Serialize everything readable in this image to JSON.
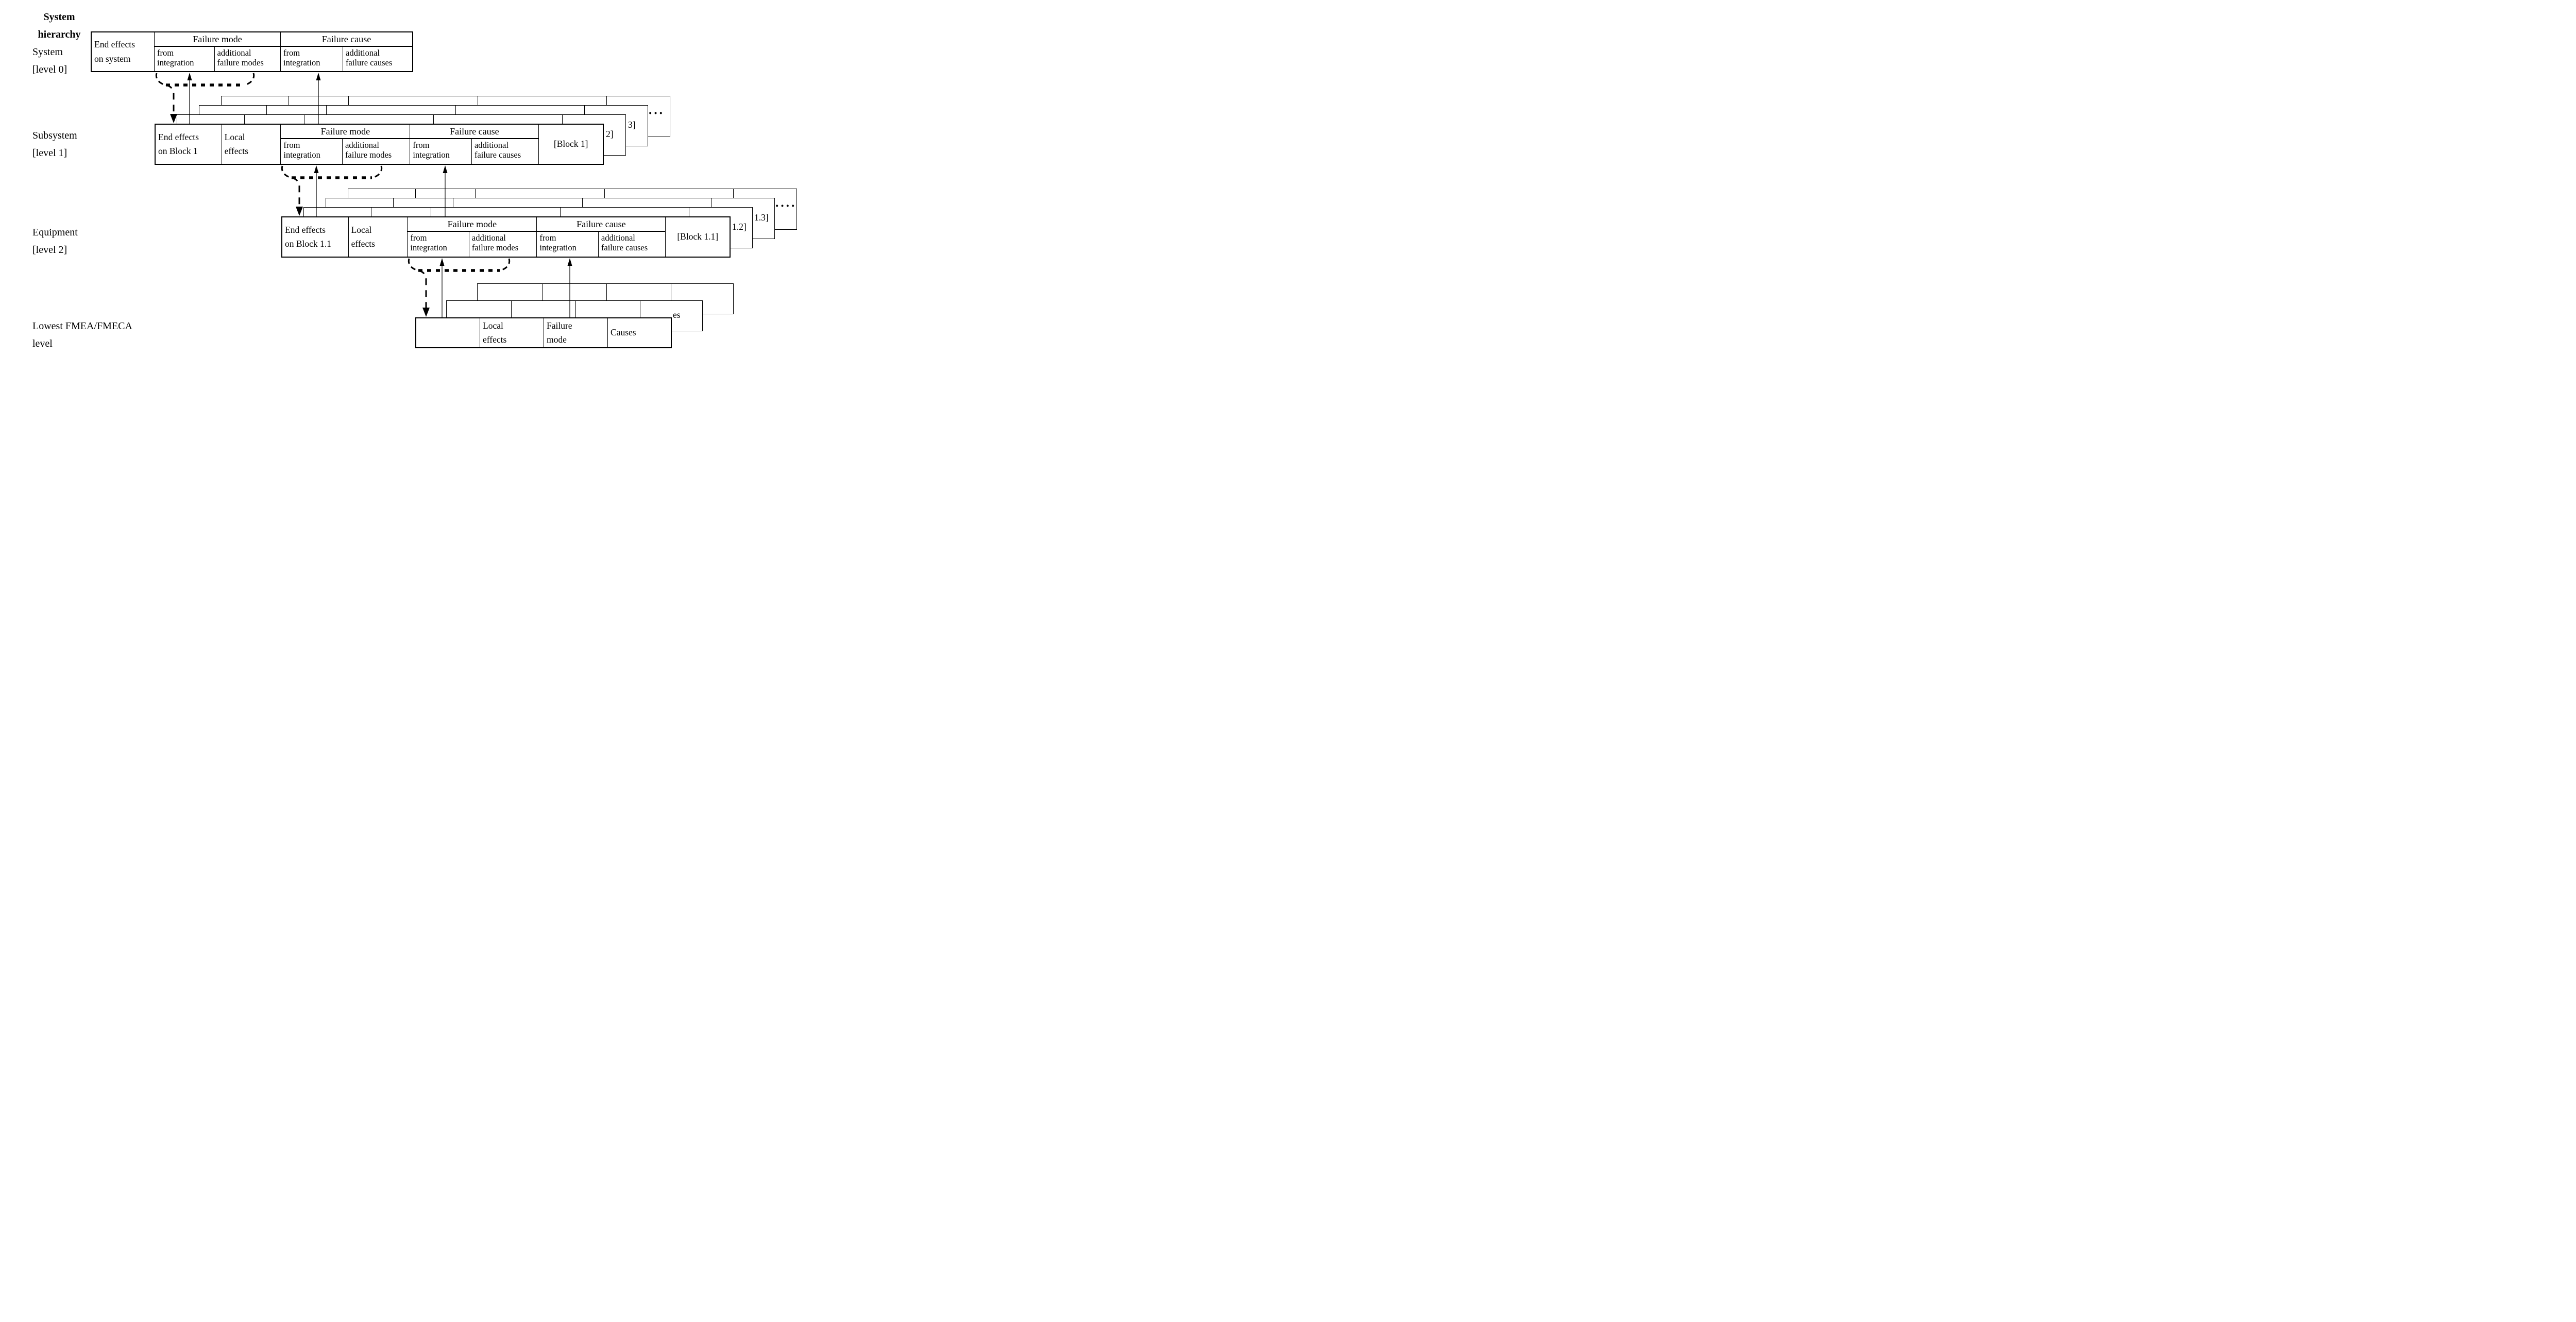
{
  "colors": {
    "ink": "#000000",
    "background": "#ffffff"
  },
  "labels": {
    "hierarchy_title": "System\nhierarchy",
    "level0": "System\n[level 0]",
    "level1": "Subsystem\n[level 1]",
    "level2": "Equipment\n[level 2]",
    "lowest": "Lowest FMEA/FMECA\nlevel"
  },
  "tables": {
    "level0": {
      "end_effects": "End effects\non system",
      "failure_mode": "Failure mode",
      "fm_from": "from\nintegration",
      "fm_add": "additional\nfailure modes",
      "failure_cause": "Failure cause",
      "fc_from": "from\nintegration",
      "fc_add": "additional\nfailure causes"
    },
    "level1": {
      "end_effects": "End effects\non Block 1",
      "local_effects": "Local\neffects",
      "failure_mode": "Failure mode",
      "fm_from": "from\nintegration",
      "fm_add": "additional\nfailure modes",
      "failure_cause": "Failure cause",
      "fc_from": "from\nintegration",
      "fc_add": "additional\nfailure causes",
      "block": "[Block 1]",
      "stack_fragments": [
        "2]",
        "3]",
        "···"
      ]
    },
    "level2": {
      "end_effects": "End effects\non Block 1.1",
      "local_effects": "Local\neffects",
      "failure_mode": "Failure mode",
      "fm_from": "from\nintegration",
      "fm_add": "additional\nfailure modes",
      "failure_cause": "Failure cause",
      "fc_from": "from\nintegration",
      "fc_add": "additional\nfailure causes",
      "block": "[Block 1.1]",
      "stack_fragments": [
        "1.2]",
        "1.3]",
        "····"
      ]
    },
    "lowest": {
      "end_effects": "",
      "local_effects": "Local\neffects",
      "failure_mode": "Failure\nmode",
      "causes": "Causes",
      "stack_fragments": [
        "es"
      ]
    }
  }
}
